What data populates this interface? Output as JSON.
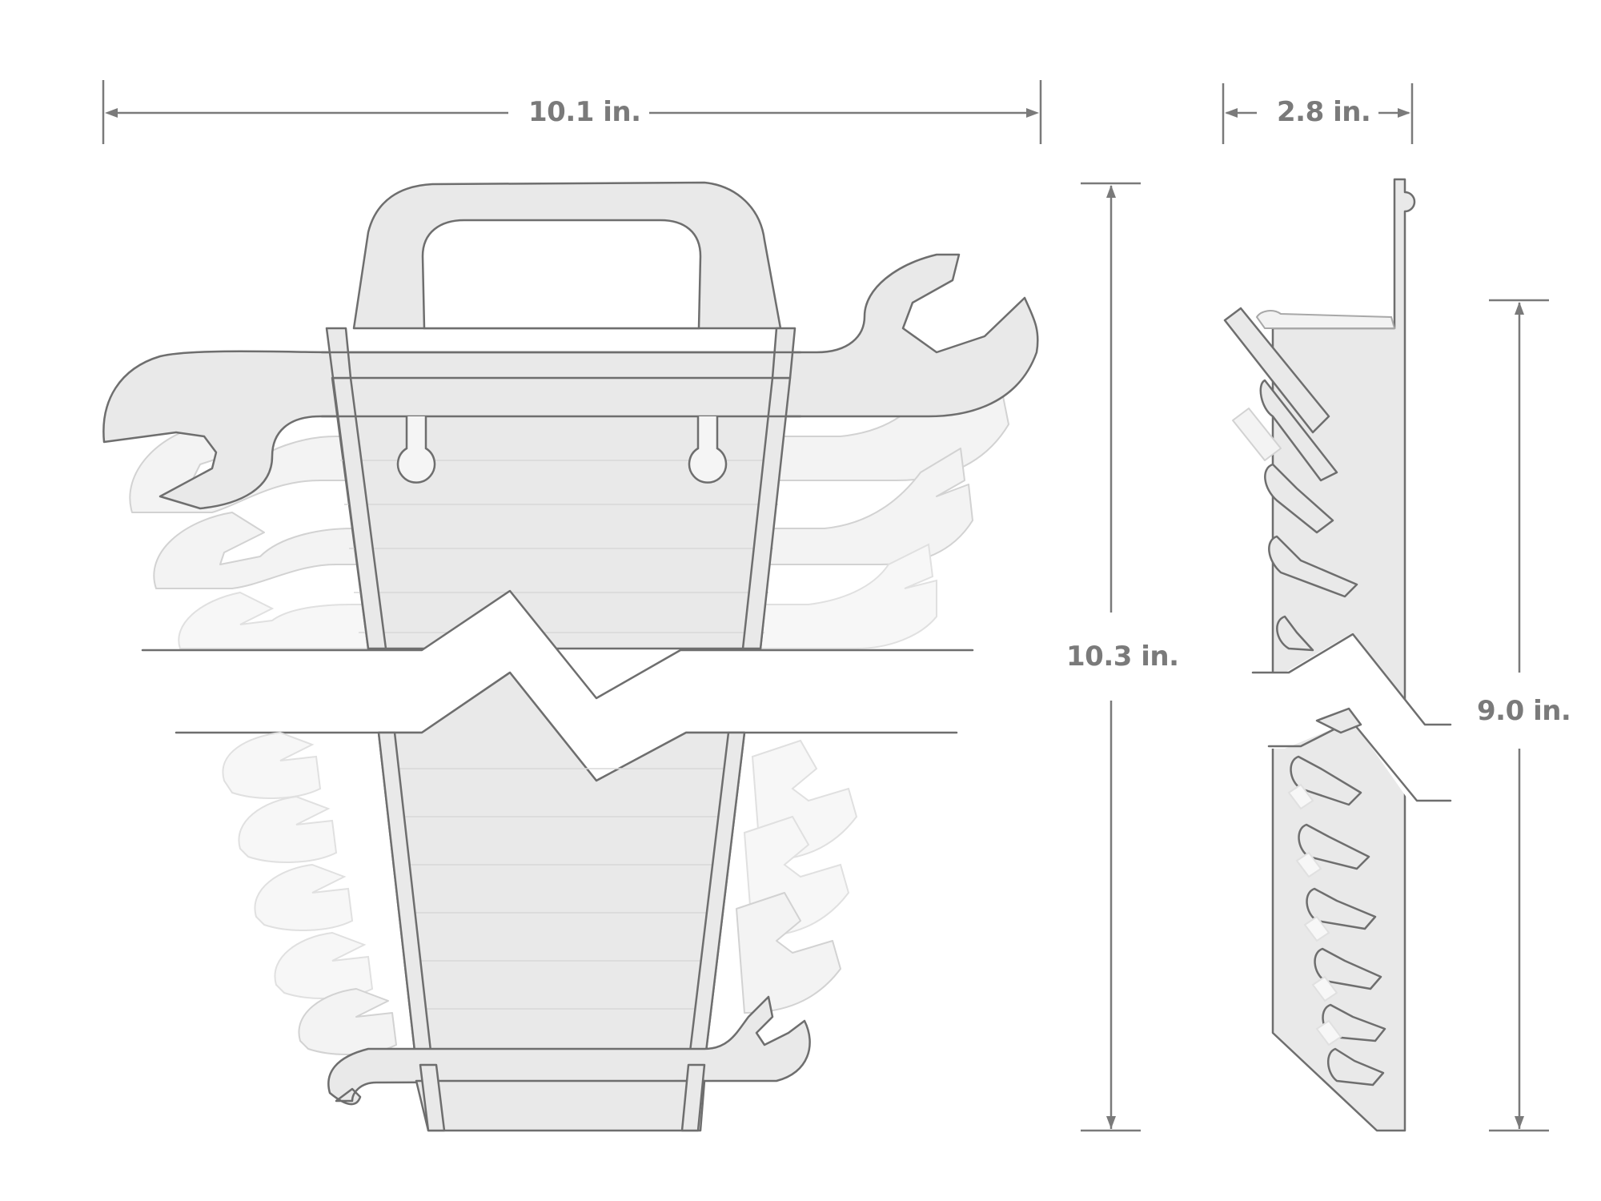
{
  "figure": {
    "type": "product-dimension-diagram",
    "subject": "wrench rack with wrenches (front and side views)",
    "colors": {
      "line": "#6e6e6e",
      "fill": "#e9e9e9",
      "ghost_fill": "#f3f3f3",
      "ghost_line": "#d2d2d2",
      "dimension_text": "#7a7a7a",
      "background": "#ffffff"
    }
  },
  "dimensions": {
    "front_width": {
      "label": "10.1 in.",
      "value": 10.1,
      "unit": "in",
      "axis": "horizontal"
    },
    "front_height": {
      "label": "10.3 in.",
      "value": 10.3,
      "unit": "in",
      "axis": "vertical"
    },
    "side_depth": {
      "label": "2.8 in.",
      "value": 2.8,
      "unit": "in",
      "axis": "horizontal"
    },
    "side_height": {
      "label": "9.0 in.",
      "value": 9.0,
      "unit": "in",
      "axis": "vertical"
    }
  },
  "views": [
    {
      "id": "front-view",
      "description": "Front view of rack with handle, two keyhole mounts, stacked wrenches, break line"
    },
    {
      "id": "side-view",
      "description": "Side profile of rack with angled wrench slots, break line"
    }
  ]
}
